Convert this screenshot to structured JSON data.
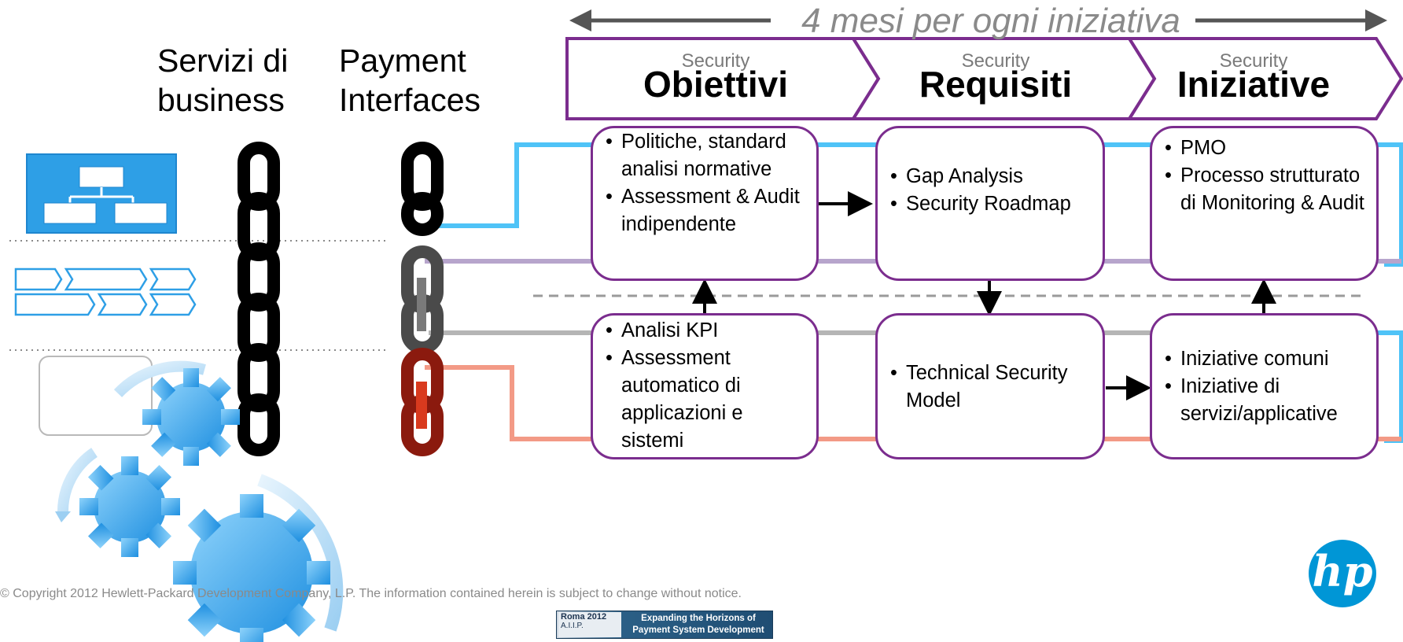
{
  "header": {
    "duration_label": "4 mesi per ogni iniziativa",
    "col1": "Servizi di",
    "col1_line2": "business",
    "col2": "Payment",
    "col2_line2": "Interfaces"
  },
  "phases": [
    {
      "small": "Security",
      "big": "Obiettivi"
    },
    {
      "small": "Security",
      "big": "Requisiti"
    },
    {
      "small": "Security",
      "big": "Iniziative"
    }
  ],
  "boxes": {
    "top": [
      [
        "Politiche, standard analisi normative",
        "Assessment & Audit indipendente"
      ],
      [
        "Gap Analysis",
        "Security Roadmap"
      ],
      [
        "PMO",
        "Processo strutturato di Monitoring & Audit"
      ]
    ],
    "bottom": [
      [
        "Analisi KPI",
        "Assessment automatico di applicazioni e sistemi"
      ],
      [
        "Technical Security Model"
      ],
      [
        "Iniziative comuni",
        "Iniziative di servizi/applicative"
      ]
    ]
  },
  "colors": {
    "accent_purple": "#7b2d8e",
    "line_blue": "#4fc3f7",
    "line_lavender": "#b7a5cc",
    "line_gray": "#b5b5b5",
    "line_salmon": "#f39a86",
    "chain_dark": "#000000",
    "chain_gray": "#4a4a4a",
    "chain_red": "#8b1a0e",
    "icon_blue": "#2e9fe6",
    "arrow_gray": "#555555"
  },
  "icons": [
    "org-chart-icon",
    "process-flow-icon",
    "gears-icon",
    "chain-icon",
    "hp-logo"
  ],
  "footer": {
    "copyright": "© Copyright 2012 Hewlett-Packard Development Company, L.P.  The information contained herein is subject to change without notice.",
    "banner_left_line1": "Roma 2012",
    "banner_left_line2": "A.I.I.P.",
    "banner_right_line1": "Expanding the Horizons of",
    "banner_right_line2": "Payment System Development",
    "hp_logo_text": "hp"
  }
}
